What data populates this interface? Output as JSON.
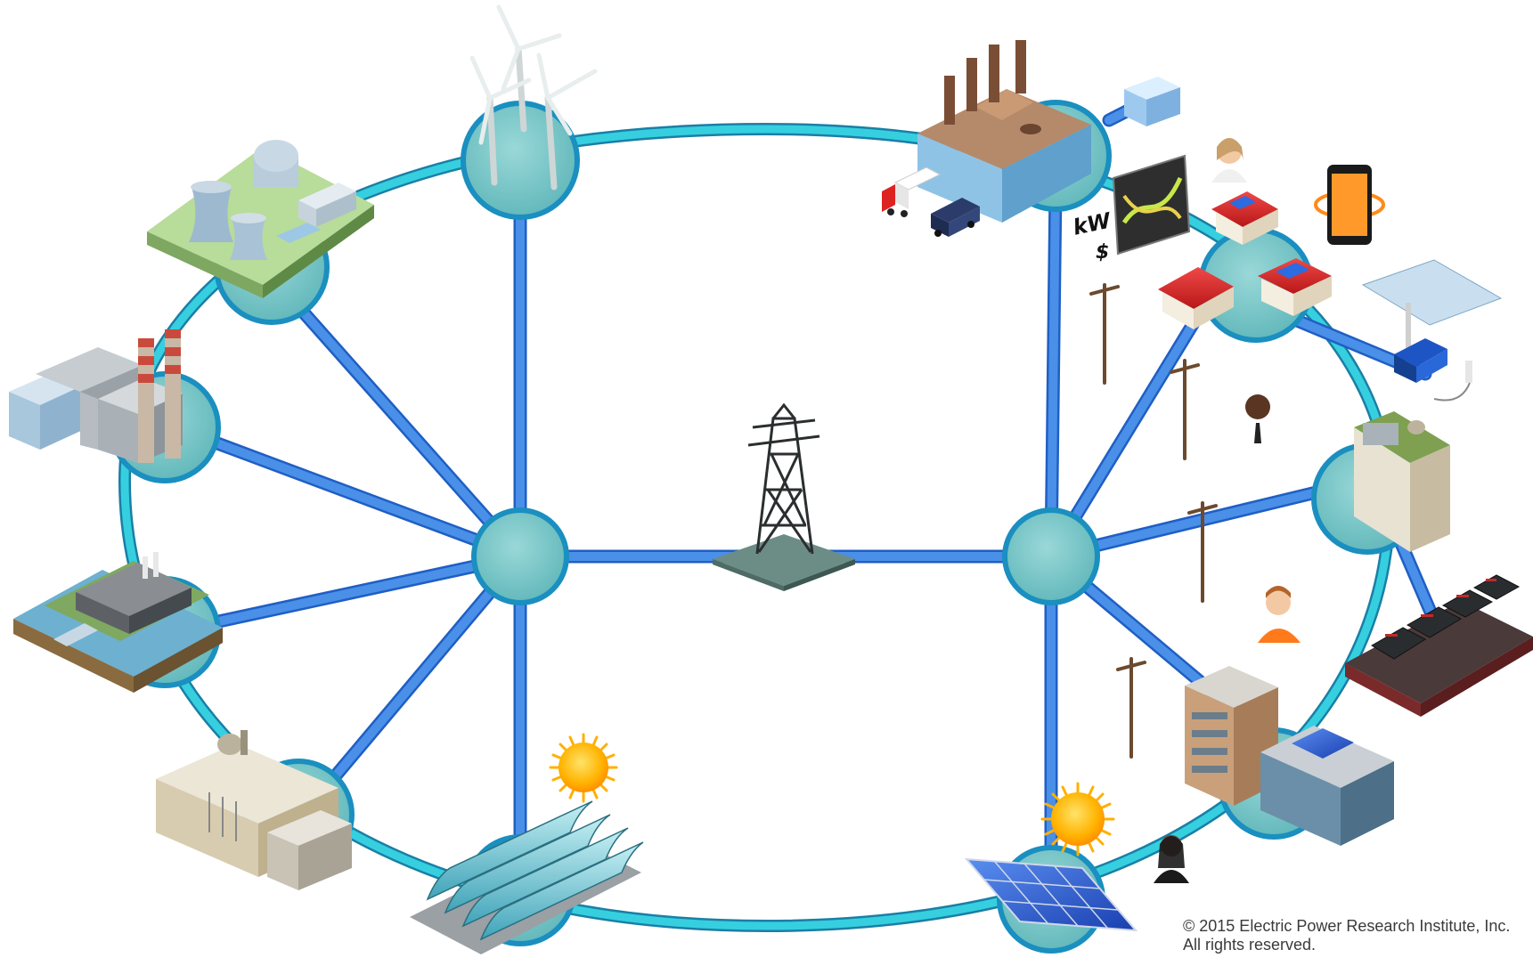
{
  "annotations": {
    "kw": "kW",
    "dollar": "$"
  },
  "copyright": {
    "line1": "© 2015 Electric Power Research Institute, Inc.",
    "line2": "All rights reserved."
  },
  "colors": {
    "ring": "#2ec4d6",
    "link": "#3f86e6",
    "link_edge": "#1f5fc4",
    "hub_fill": "#6fc2c4",
    "node_fill": "#7bcacb"
  },
  "icons": [
    "wind-turbines-icon",
    "nuclear-plant-icon",
    "coal-plant-icon",
    "hydro-plant-icon",
    "gas-plant-icon",
    "solar-thermal-icon",
    "transmission-tower-icon",
    "factory-icon",
    "delivery-truck-icon",
    "van-icon",
    "data-center-icon",
    "price-chart-icon",
    "person-icon",
    "smartphone-icon",
    "solar-homes-icon",
    "ev-charging-icon",
    "utility-pole-icon",
    "substation-icon",
    "battery-storage-icon",
    "office-building-icon",
    "solar-panel-icon",
    "sun-icon"
  ]
}
